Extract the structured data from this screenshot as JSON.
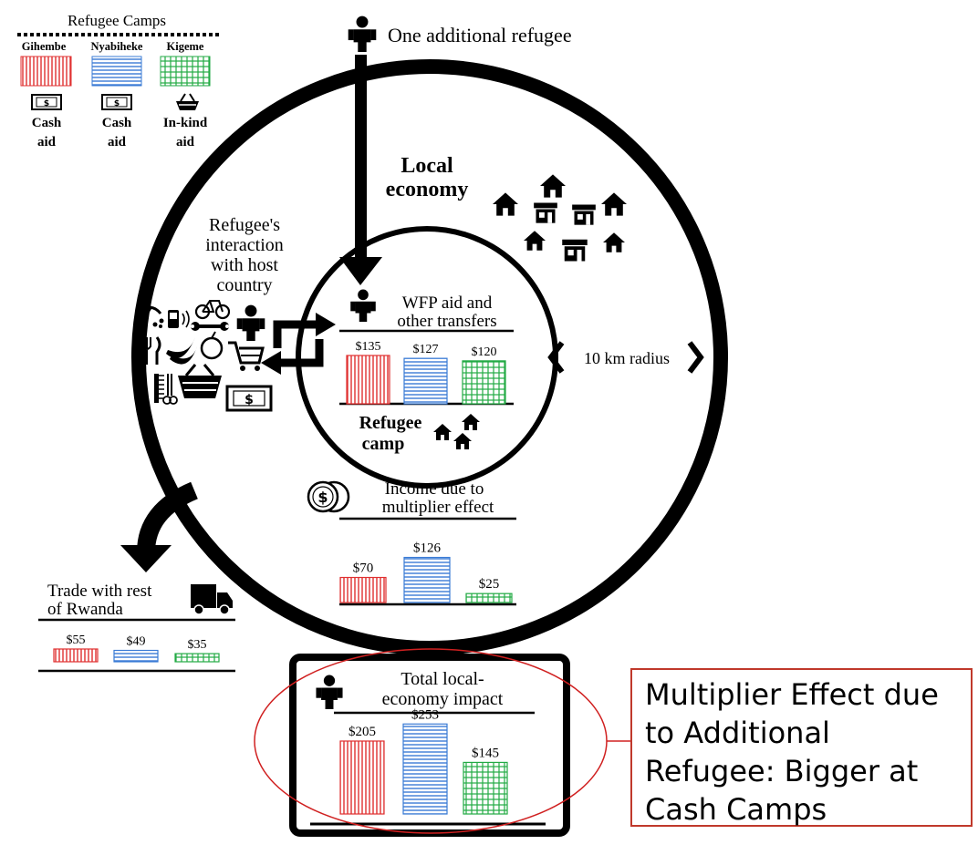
{
  "legend": {
    "title": "Refugee Camps",
    "camps": [
      {
        "name": "Gihembe",
        "color": "#e03030",
        "pattern": "vertical-lines",
        "aid_line1": "Cash",
        "aid_line2": "aid",
        "aid_icon": "cash-icon"
      },
      {
        "name": "Nyabiheke",
        "color": "#3a7bd5",
        "pattern": "horizontal-lines",
        "aid_line1": "Cash",
        "aid_line2": "aid",
        "aid_icon": "cash-icon"
      },
      {
        "name": "Kigeme",
        "color": "#22aa44",
        "pattern": "grid",
        "aid_line1": "In-kind",
        "aid_line2": "aid",
        "aid_icon": "basket-icon"
      }
    ]
  },
  "top_label": "One additional refugee",
  "local_economy": {
    "line1": "Local",
    "line2": "economy"
  },
  "interaction": {
    "lines": [
      "Refugee's",
      "interaction",
      "with host",
      "country"
    ]
  },
  "radius_label": "10 km radius",
  "wfp": {
    "line1": "WFP aid and",
    "line2": "other transfers",
    "labels": [
      "$135",
      "$127",
      "$120"
    ],
    "values": [
      135,
      127,
      120
    ]
  },
  "camp_label": {
    "line1": "Refugee",
    "line2": "camp"
  },
  "multiplier": {
    "line1": "Income due to",
    "line2": "multiplier effect",
    "labels": [
      "$70",
      "$126",
      "$25"
    ],
    "values": [
      70,
      126,
      25
    ]
  },
  "trade": {
    "line1": "Trade with rest",
    "line2": "of Rwanda",
    "labels": [
      "$55",
      "$49",
      "$35"
    ],
    "values": [
      55,
      49,
      35
    ]
  },
  "total": {
    "line1": "Total local-",
    "line2": "economy impact",
    "labels": [
      "$205",
      "$253",
      "$145"
    ],
    "values": [
      205,
      253,
      145
    ]
  },
  "callout": {
    "text": "Multiplier Effect due to Additional Refugee: Bigger at Cash Camps",
    "border_color": "#c0392b"
  }
}
